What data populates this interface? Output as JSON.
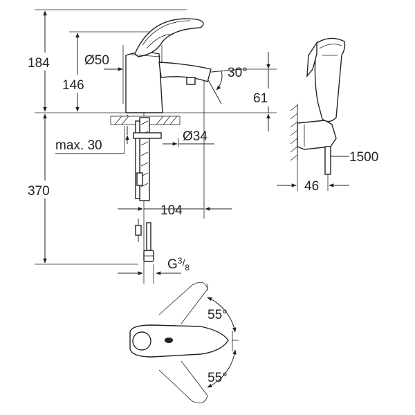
{
  "diagram": {
    "colors": {
      "ink": "#222222",
      "paper": "#ffffff"
    },
    "dimensions": {
      "height_total": "184",
      "diameter_body": "Ø50",
      "height_spout": "146",
      "spout_angle": "30°",
      "spout_height": "61",
      "max_thickness": "max. 30",
      "diameter_hole": "Ø34",
      "hose_length_mixer": "370",
      "spout_reach": "104",
      "thread_base": "G",
      "thread_num": "3",
      "thread_sep": "/",
      "thread_den": "8",
      "hose_length_shower": "1500",
      "holder_depth": "46",
      "lever_angle_top": "55°",
      "lever_angle_bottom": "55°"
    }
  }
}
